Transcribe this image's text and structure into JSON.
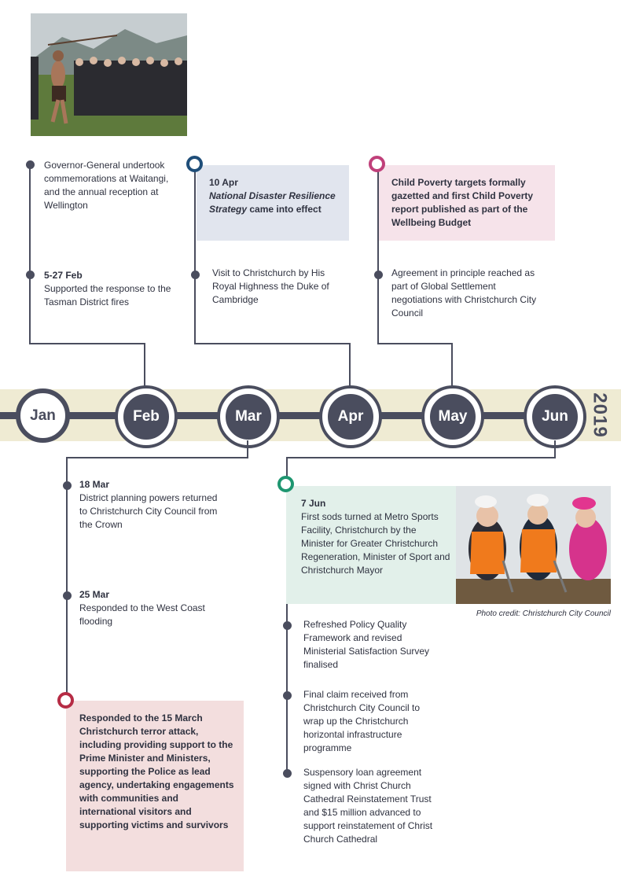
{
  "year": "2019",
  "months": [
    "Jan",
    "Feb",
    "Mar",
    "Apr",
    "May",
    "Jun"
  ],
  "jan": {
    "item1": "Governor-General undertook commemorations at Waitangi, and the annual reception at Wellington",
    "item2_date": "5-27 Feb",
    "item2_text": "Supported the response to the Tasman District fires"
  },
  "apr_top": {
    "highlight_date": "10 Apr",
    "highlight_italic": "National Disaster Resilience Strategy",
    "highlight_rest": " came into effect",
    "item2": "Visit to Christchurch by His Royal Highness the Duke of Cambridge"
  },
  "may_top": {
    "highlight": "Child Poverty targets formally gazetted and first Child Poverty report published as part of the Wellbeing Budget",
    "item2": "Agreement in principle reached as part of Global Settlement negotiations with Christchurch City Council"
  },
  "mar_bottom": {
    "item1_date": "18 Mar",
    "item1_text": "District planning powers returned to Christchurch City Council from the Crown",
    "item2_date": "25 Mar",
    "item2_text": "Responded to the West Coast flooding",
    "highlight": "Responded to the 15 March Christchurch terror attack, including providing support to the Prime Minister and Ministers, supporting the Police as lead agency, undertaking engagements with communities and international visitors and supporting victims and survivors"
  },
  "jun_bottom": {
    "highlight_date": "7 Jun",
    "highlight_text": "First sods turned at Metro Sports Facility, Christchurch by the Minister for Greater Christchurch Regeneration, Minister of Sport and Christchurch Mayor",
    "photo_credit": "Photo credit: Christchurch City Council",
    "item2": "Refreshed Policy Quality Framework and revised Ministerial Satisfaction Survey finalised",
    "item3": "Final claim received from Christchurch City Council to wrap up the Christchurch horizontal infrastructure programme",
    "item4": "Suspensory loan agreement signed with Christ Church Cathedral Reinstatement Trust and $15 million advanced to support reinstatement of Christ Church Cathedral"
  },
  "colors": {
    "track": "#4a4d5e",
    "band": "#efebd3",
    "blue_box": "#e1e5ee",
    "blue_ring": "#1f4e79",
    "pink_box": "#f6e3ea",
    "pink_ring": "#c0407a",
    "red_box": "#f3dede",
    "red_ring": "#b62c45",
    "green_box": "#e2f0ea",
    "green_ring": "#1e9670"
  }
}
